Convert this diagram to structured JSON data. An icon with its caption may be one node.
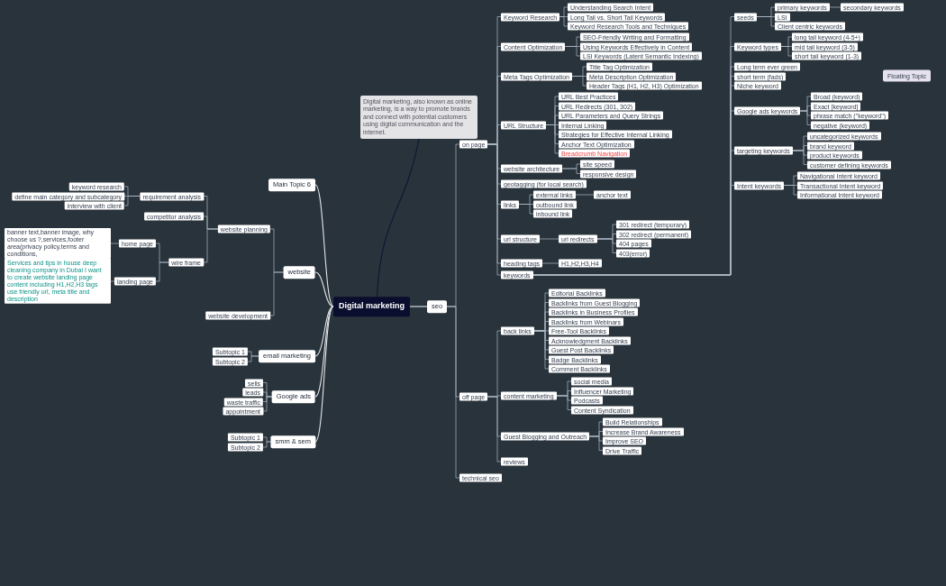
{
  "diagram": {
    "nodes": [
      {
        "text": [
          "Digital marketing, also known as online marketing, is a way to promote brands and connect with potential customers using digital communication and the internet."
        ]
      },
      {
        "text": [
          "Digital marketing"
        ]
      },
      {
        "text": [
          "Main Topic 6"
        ]
      },
      {
        "text": [
          "website"
        ]
      },
      {
        "text": [
          "website planning"
        ]
      },
      {
        "text": [
          "requirement analysis"
        ]
      },
      {
        "text": [
          "keyword research"
        ]
      },
      {
        "text": [
          "define main category and subcategory"
        ]
      },
      {
        "text": [
          "interview with client"
        ]
      },
      {
        "text": [
          "competitor analysis"
        ]
      },
      {
        "text": [
          "wire frame"
        ]
      },
      {
        "text": [
          "home page"
        ]
      },
      {
        "text": [
          "banner text,banner image, why choose us ?,services,footer area(privacy policy,terms and conditions,"
        ]
      },
      {
        "text": [
          "landing page"
        ]
      },
      {
        "text": [
          "Services and tips in house deep cleaning company in Dubai I want to create website landing page content including H1,H2,H3 tags use friendly url, meta title and description"
        ]
      },
      {
        "text": [
          "website development"
        ]
      },
      {
        "text": [
          "email marketing"
        ]
      },
      {
        "text": [
          "Subtopic 1"
        ]
      },
      {
        "text": [
          "Subtopic 2"
        ]
      },
      {
        "text": [
          "Google ads"
        ]
      },
      {
        "text": [
          "sells"
        ]
      },
      {
        "text": [
          "leads"
        ]
      },
      {
        "text": [
          "waste traffic"
        ]
      },
      {
        "text": [
          "appointment"
        ]
      },
      {
        "text": [
          "smm & sem"
        ]
      },
      {
        "text": [
          "Subtopic 1"
        ]
      },
      {
        "text": [
          "Subtopic 2"
        ]
      },
      {
        "text": [
          "seo"
        ]
      },
      {
        "text": [
          "on page"
        ]
      },
      {
        "text": [
          "Keyword Research"
        ]
      },
      {
        "text": [
          "Understanding Search Intent"
        ]
      },
      {
        "text": [
          "Long Tail vs. Short Tail Keywords"
        ]
      },
      {
        "text": [
          "Keyword Research Tools and Techniques"
        ]
      },
      {
        "text": [
          "Content Optimization"
        ]
      },
      {
        "text": [
          "SEO-Friendly Writing and Formatting"
        ]
      },
      {
        "text": [
          "Using Keywords Effectively in Content"
        ]
      },
      {
        "text": [
          "LSI Keywords (Latent Semantic Indexing)"
        ]
      },
      {
        "text": [
          "Meta Tags Optimization"
        ]
      },
      {
        "text": [
          "Title Tag Optimization"
        ]
      },
      {
        "text": [
          "Meta Description Optimization"
        ]
      },
      {
        "text": [
          "Header Tags (H1, H2, H3) Optimization"
        ]
      },
      {
        "text": [
          "URL Structure"
        ]
      },
      {
        "text": [
          "URL Best Practices"
        ]
      },
      {
        "text": [
          "URL Redirects (301, 302)"
        ]
      },
      {
        "text": [
          "URL Parameters and Query Strings"
        ]
      },
      {
        "text": [
          "Internal Linking"
        ]
      },
      {
        "text": [
          "Strategies for Effective Internal Linking"
        ]
      },
      {
        "text": [
          "Anchor Text Optimization"
        ]
      },
      {
        "text": [
          "Breadcrumb Navigation"
        ]
      },
      {
        "text": [
          "website architecture"
        ]
      },
      {
        "text": [
          "site speed"
        ]
      },
      {
        "text": [
          "responsive design"
        ]
      },
      {
        "text": [
          "geotagging (for local search)"
        ]
      },
      {
        "text": [
          "links"
        ]
      },
      {
        "text": [
          "external links"
        ]
      },
      {
        "text": [
          "anchor text"
        ]
      },
      {
        "text": [
          "outbound link"
        ]
      },
      {
        "text": [
          "inbound link"
        ]
      },
      {
        "text": [
          "url structure"
        ]
      },
      {
        "text": [
          "url redirects"
        ]
      },
      {
        "text": [
          "301 redirect (temporary)"
        ]
      },
      {
        "text": [
          "302 redirect (permanent)"
        ]
      },
      {
        "text": [
          "404 pages"
        ]
      },
      {
        "text": [
          "403(error)"
        ]
      },
      {
        "text": [
          "heading tags"
        ]
      },
      {
        "text": [
          "H1,H2,H3,H4"
        ]
      },
      {
        "text": [
          "keywords"
        ]
      },
      {
        "text": [
          "seeds"
        ]
      },
      {
        "text": [
          "primary keywords"
        ]
      },
      {
        "text": [
          "secondary keywords"
        ]
      },
      {
        "text": [
          "LSI"
        ]
      },
      {
        "text": [
          "Client centric keywords"
        ]
      },
      {
        "text": [
          "Keyword types"
        ]
      },
      {
        "text": [
          "long tail keyword (4-5+)"
        ]
      },
      {
        "text": [
          "mid tail keyword (3-5)"
        ]
      },
      {
        "text": [
          "short tail keyword (1-3)"
        ]
      },
      {
        "text": [
          "Long term ever green"
        ]
      },
      {
        "text": [
          "short term (fads)"
        ]
      },
      {
        "text": [
          "Niche keyword"
        ]
      },
      {
        "text": [
          "Floating Topic"
        ]
      },
      {
        "text": [
          "Google ads keywords"
        ]
      },
      {
        "text": [
          "Broad (keyword)"
        ]
      },
      {
        "text": [
          "Exact [keyword]"
        ]
      },
      {
        "text": [
          "phrase match (\"keyword\")"
        ]
      },
      {
        "text": [
          "negative (keyword)"
        ]
      },
      {
        "text": [
          "targeting keywords"
        ]
      },
      {
        "text": [
          "uncategorized keywords"
        ]
      },
      {
        "text": [
          "brand keyword"
        ]
      },
      {
        "text": [
          "product keywords"
        ]
      },
      {
        "text": [
          "customer defining keywords"
        ]
      },
      {
        "text": [
          "Intent keywords"
        ]
      },
      {
        "text": [
          "Navigational Intent keyword"
        ]
      },
      {
        "text": [
          "Transactional Intent keyword"
        ]
      },
      {
        "text": [
          "Informational Intent keyword"
        ]
      },
      {
        "text": [
          "off page"
        ]
      },
      {
        "text": [
          "back links"
        ]
      },
      {
        "text": [
          "Editorial Backlinks"
        ]
      },
      {
        "text": [
          "Backlinks from Guest Blogging"
        ]
      },
      {
        "text": [
          "Backlinks in Business Profiles"
        ]
      },
      {
        "text": [
          "Backlinks from Webinars"
        ]
      },
      {
        "text": [
          "Free-Tool Backlinks"
        ]
      },
      {
        "text": [
          "Acknowledgment Backlinks"
        ]
      },
      {
        "text": [
          "Guest Post Backlinks"
        ]
      },
      {
        "text": [
          "Badge Backlinks"
        ]
      },
      {
        "text": [
          "Comment Backlinks"
        ]
      },
      {
        "text": [
          "content marketing"
        ]
      },
      {
        "text": [
          "social media"
        ]
      },
      {
        "text": [
          "Influencer Marketing"
        ]
      },
      {
        "text": [
          "Podcasts"
        ]
      },
      {
        "text": [
          "Content Syndication"
        ]
      },
      {
        "text": [
          "Guest Blogging and Outreach"
        ]
      },
      {
        "text": [
          "Build Relationships"
        ]
      },
      {
        "text": [
          "Increase Brand Awareness"
        ]
      },
      {
        "text": [
          "Improve SEO"
        ]
      },
      {
        "text": [
          "Drive Traffic"
        ]
      },
      {
        "text": [
          "reviews"
        ]
      },
      {
        "text": [
          "technical seo"
        ]
      }
    ],
    "edges": [
      {
        "from": 1,
        "to": 0,
        "arrow": "none",
        "color": "#0b1633"
      },
      {
        "from": 1,
        "to": 2,
        "arrow": "none",
        "color": "#e5e7eb"
      },
      {
        "from": 1,
        "to": 3,
        "arrow": "none",
        "color": "#e5e7eb"
      },
      {
        "from": 1,
        "to": 16,
        "arrow": "none",
        "color": "#e5e7eb"
      },
      {
        "from": 1,
        "to": 19,
        "arrow": "none",
        "color": "#e5e7eb"
      },
      {
        "from": 1,
        "to": 24,
        "arrow": "none",
        "color": "#e5e7eb"
      },
      {
        "from": 1,
        "to": 27,
        "arrow": "none",
        "color": "#e5e7eb"
      },
      {
        "from": 3,
        "to": 4,
        "arrow": "none"
      },
      {
        "from": 3,
        "to": 15,
        "arrow": "none"
      },
      {
        "from": 4,
        "to": 5,
        "arrow": "none"
      },
      {
        "from": 4,
        "to": 9,
        "arrow": "none"
      },
      {
        "from": 4,
        "to": 10,
        "arrow": "none"
      },
      {
        "from": 5,
        "to": 6,
        "arrow": "none"
      },
      {
        "from": 5,
        "to": 7,
        "arrow": "none"
      },
      {
        "from": 5,
        "to": 8,
        "arrow": "none"
      },
      {
        "from": 10,
        "to": 11,
        "arrow": "none"
      },
      {
        "from": 10,
        "to": 13,
        "arrow": "none"
      },
      {
        "from": 11,
        "to": 12,
        "arrow": "none"
      },
      {
        "from": 13,
        "to": 14,
        "arrow": "none"
      },
      {
        "from": 16,
        "to": 17,
        "arrow": "none"
      },
      {
        "from": 16,
        "to": 18,
        "arrow": "none"
      },
      {
        "from": 19,
        "to": 20,
        "arrow": "none"
      },
      {
        "from": 19,
        "to": 21,
        "arrow": "none"
      },
      {
        "from": 19,
        "to": 22,
        "arrow": "none"
      },
      {
        "from": 19,
        "to": 23,
        "arrow": "none"
      },
      {
        "from": 24,
        "to": 25,
        "arrow": "none"
      },
      {
        "from": 24,
        "to": 26,
        "arrow": "none"
      },
      {
        "from": 27,
        "to": 28,
        "arrow": "none"
      },
      {
        "from": 27,
        "to": 94,
        "arrow": "none"
      },
      {
        "from": 27,
        "to": 116,
        "arrow": "none"
      },
      {
        "from": 28,
        "to": 29,
        "arrow": "none"
      },
      {
        "from": 28,
        "to": 33,
        "arrow": "none"
      },
      {
        "from": 28,
        "to": 37,
        "arrow": "none"
      },
      {
        "from": 28,
        "to": 41,
        "arrow": "none"
      },
      {
        "from": 28,
        "to": 49,
        "arrow": "none"
      },
      {
        "from": 28,
        "to": 52,
        "arrow": "none"
      },
      {
        "from": 28,
        "to": 53,
        "arrow": "none"
      },
      {
        "from": 28,
        "to": 58,
        "arrow": "none"
      },
      {
        "from": 28,
        "to": 64,
        "arrow": "none"
      },
      {
        "from": 28,
        "to": 66,
        "arrow": "none"
      },
      {
        "from": 29,
        "to": 30,
        "arrow": "none"
      },
      {
        "from": 29,
        "to": 31,
        "arrow": "none"
      },
      {
        "from": 29,
        "to": 32,
        "arrow": "none"
      },
      {
        "from": 33,
        "to": 34,
        "arrow": "none"
      },
      {
        "from": 33,
        "to": 35,
        "arrow": "none"
      },
      {
        "from": 33,
        "to": 36,
        "arrow": "none"
      },
      {
        "from": 37,
        "to": 38,
        "arrow": "none"
      },
      {
        "from": 37,
        "to": 39,
        "arrow": "none"
      },
      {
        "from": 37,
        "to": 40,
        "arrow": "none"
      },
      {
        "from": 41,
        "to": 42,
        "arrow": "none"
      },
      {
        "from": 41,
        "to": 43,
        "arrow": "none"
      },
      {
        "from": 41,
        "to": 44,
        "arrow": "none"
      },
      {
        "from": 41,
        "to": 45,
        "arrow": "none"
      },
      {
        "from": 41,
        "to": 46,
        "arrow": "none"
      },
      {
        "from": 41,
        "to": 47,
        "arrow": "none"
      },
      {
        "from": 41,
        "to": 48,
        "arrow": "none"
      },
      {
        "from": 49,
        "to": 50,
        "arrow": "none"
      },
      {
        "from": 49,
        "to": 51,
        "arrow": "none"
      },
      {
        "from": 53,
        "to": 54,
        "arrow": "none"
      },
      {
        "from": 53,
        "to": 56,
        "arrow": "none"
      },
      {
        "from": 53,
        "to": 57,
        "arrow": "none"
      },
      {
        "from": 54,
        "to": 55,
        "arrow": "none"
      },
      {
        "from": 58,
        "to": 59,
        "arrow": "none"
      },
      {
        "from": 59,
        "to": 60,
        "arrow": "none"
      },
      {
        "from": 59,
        "to": 61,
        "arrow": "none"
      },
      {
        "from": 59,
        "to": 62,
        "arrow": "none"
      },
      {
        "from": 59,
        "to": 63,
        "arrow": "none"
      },
      {
        "from": 64,
        "to": 65,
        "arrow": "none"
      },
      {
        "from": 66,
        "to": 67,
        "arrow": "none"
      },
      {
        "from": 66,
        "to": 72,
        "arrow": "none"
      },
      {
        "from": 66,
        "to": 76,
        "arrow": "none"
      },
      {
        "from": 66,
        "to": 77,
        "arrow": "none"
      },
      {
        "from": 66,
        "to": 78,
        "arrow": "none"
      },
      {
        "from": 66,
        "to": 80,
        "arrow": "none"
      },
      {
        "from": 66,
        "to": 85,
        "arrow": "none"
      },
      {
        "from": 66,
        "to": 90,
        "arrow": "none"
      },
      {
        "from": 67,
        "to": 68,
        "arrow": "none"
      },
      {
        "from": 67,
        "to": 70,
        "arrow": "none"
      },
      {
        "from": 67,
        "to": 71,
        "arrow": "none"
      },
      {
        "from": 68,
        "to": 69,
        "arrow": "none"
      },
      {
        "from": 72,
        "to": 73,
        "arrow": "none"
      },
      {
        "from": 72,
        "to": 74,
        "arrow": "none"
      },
      {
        "from": 72,
        "to": 75,
        "arrow": "none"
      },
      {
        "from": 80,
        "to": 81,
        "arrow": "none"
      },
      {
        "from": 80,
        "to": 82,
        "arrow": "none"
      },
      {
        "from": 80,
        "to": 83,
        "arrow": "none"
      },
      {
        "from": 80,
        "to": 84,
        "arrow": "none"
      },
      {
        "from": 85,
        "to": 86,
        "arrow": "none"
      },
      {
        "from": 85,
        "to": 87,
        "arrow": "none"
      },
      {
        "from": 85,
        "to": 88,
        "arrow": "none"
      },
      {
        "from": 85,
        "to": 89,
        "arrow": "none"
      },
      {
        "from": 90,
        "to": 91,
        "arrow": "none"
      },
      {
        "from": 90,
        "to": 92,
        "arrow": "none"
      },
      {
        "from": 90,
        "to": 93,
        "arrow": "none"
      },
      {
        "from": 94,
        "to": 95,
        "arrow": "none"
      },
      {
        "from": 94,
        "to": 105,
        "arrow": "none"
      },
      {
        "from": 94,
        "to": 110,
        "arrow": "none"
      },
      {
        "from": 94,
        "to": 115,
        "arrow": "none"
      },
      {
        "from": 95,
        "to": 96,
        "arrow": "none"
      },
      {
        "from": 95,
        "to": 97,
        "arrow": "none"
      },
      {
        "from": 95,
        "to": 98,
        "arrow": "none"
      },
      {
        "from": 95,
        "to": 99,
        "arrow": "none"
      },
      {
        "from": 95,
        "to": 100,
        "arrow": "none"
      },
      {
        "from": 95,
        "to": 101,
        "arrow": "none"
      },
      {
        "from": 95,
        "to": 102,
        "arrow": "none"
      },
      {
        "from": 95,
        "to": 103,
        "arrow": "none"
      },
      {
        "from": 95,
        "to": 104,
        "arrow": "none"
      },
      {
        "from": 105,
        "to": 106,
        "arrow": "none"
      },
      {
        "from": 105,
        "to": 107,
        "arrow": "none"
      },
      {
        "from": 105,
        "to": 108,
        "arrow": "none"
      },
      {
        "from": 105,
        "to": 109,
        "arrow": "none"
      },
      {
        "from": 110,
        "to": 111,
        "arrow": "none"
      },
      {
        "from": 110,
        "to": 112,
        "arrow": "none"
      },
      {
        "from": 110,
        "to": 113,
        "arrow": "none"
      },
      {
        "from": 110,
        "to": 114,
        "arrow": "none"
      }
    ]
  }
}
